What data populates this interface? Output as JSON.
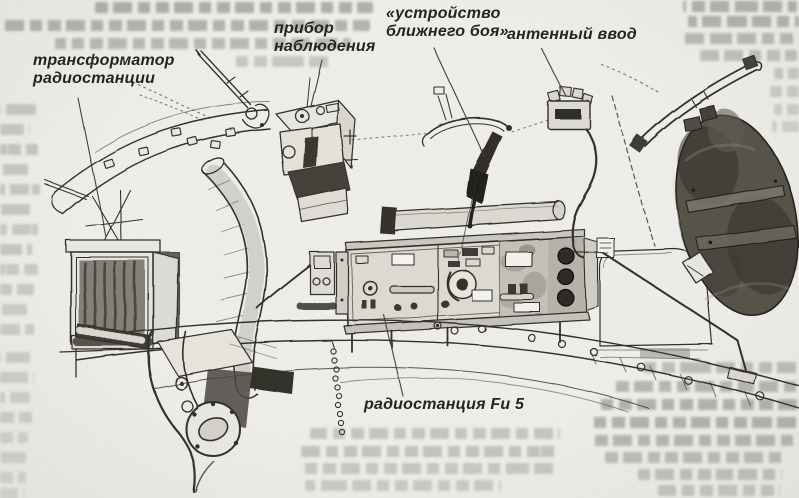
{
  "figure": {
    "callouts": [
      {
        "name": "radio-transformer",
        "text": "трансформатор\nрадиостанции"
      },
      {
        "name": "observation-device",
        "text": "прибор\nнаблюдения"
      },
      {
        "name": "close-combat-device",
        "text": "«устройство\nближнего боя»"
      },
      {
        "name": "antenna-lead-in",
        "text": "антенный ввод"
      },
      {
        "name": "radio-station",
        "text": "радиостанция Fu 5"
      }
    ]
  },
  "colors": {
    "paper": "#f0efeb",
    "ink": "#33312b",
    "label_ink": "#26241f",
    "faded_print": "#6c6a63",
    "hatch_dark": "#56524a"
  },
  "noise_fragments": [
    [
      95,
      2,
      278,
      0.5
    ],
    [
      0,
      20,
      370,
      0.48
    ],
    [
      55,
      38,
      296,
      0.42
    ],
    [
      232,
      56,
      98,
      0.3
    ],
    [
      683,
      1,
      114,
      0.48
    ],
    [
      688,
      16,
      111,
      0.48
    ],
    [
      684,
      33,
      113,
      0.42
    ],
    [
      700,
      50,
      97,
      0.36
    ],
    [
      774,
      68,
      25,
      0.3
    ],
    [
      770,
      86,
      29,
      0.28
    ],
    [
      774,
      104,
      25,
      0.26
    ],
    [
      772,
      121,
      27,
      0.24
    ],
    [
      0,
      104,
      36,
      0.3
    ],
    [
      0,
      124,
      30,
      0.3
    ],
    [
      0,
      144,
      38,
      0.32
    ],
    [
      0,
      164,
      30,
      0.3
    ],
    [
      0,
      184,
      40,
      0.3
    ],
    [
      0,
      204,
      34,
      0.3
    ],
    [
      0,
      224,
      38,
      0.28
    ],
    [
      0,
      244,
      32,
      0.3
    ],
    [
      0,
      264,
      38,
      0.28
    ],
    [
      0,
      284,
      34,
      0.28
    ],
    [
      0,
      304,
      30,
      0.26
    ],
    [
      0,
      324,
      34,
      0.26
    ],
    [
      0,
      352,
      30,
      0.26
    ],
    [
      0,
      372,
      34,
      0.25
    ],
    [
      0,
      392,
      30,
      0.24
    ],
    [
      0,
      412,
      32,
      0.24
    ],
    [
      0,
      432,
      28,
      0.22
    ],
    [
      0,
      452,
      30,
      0.22
    ],
    [
      0,
      472,
      26,
      0.2
    ],
    [
      0,
      488,
      24,
      0.18
    ],
    [
      640,
      362,
      158,
      0.38
    ],
    [
      612,
      381,
      186,
      0.44
    ],
    [
      596,
      399,
      202,
      0.48
    ],
    [
      590,
      417,
      208,
      0.48
    ],
    [
      594,
      435,
      204,
      0.44
    ],
    [
      600,
      452,
      182,
      0.4
    ],
    [
      638,
      469,
      144,
      0.36
    ],
    [
      658,
      485,
      122,
      0.32
    ],
    [
      310,
      428,
      250,
      0.32
    ],
    [
      300,
      446,
      258,
      0.34
    ],
    [
      300,
      463,
      254,
      0.3
    ],
    [
      305,
      480,
      196,
      0.28
    ]
  ]
}
